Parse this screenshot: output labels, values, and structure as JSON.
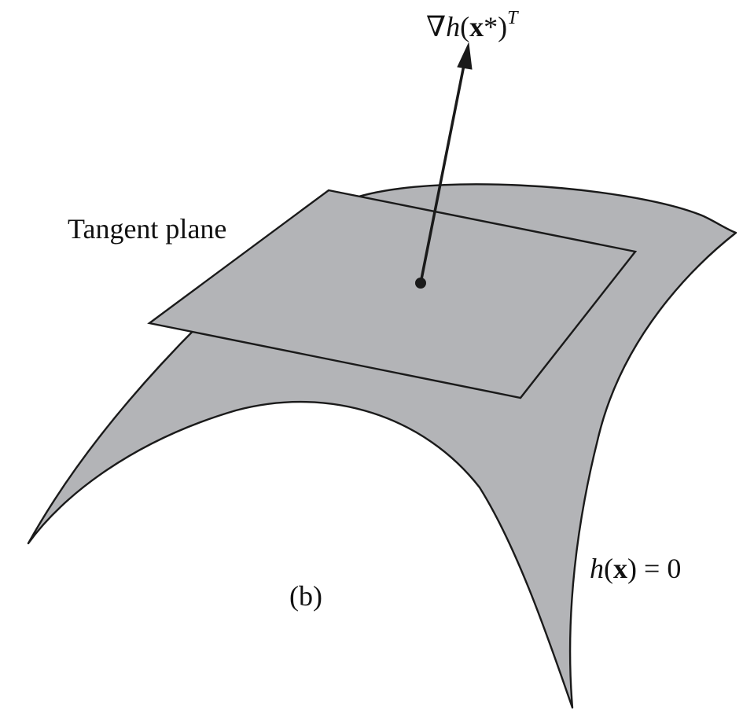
{
  "figure": {
    "gradient_label": {
      "nabla": "∇",
      "h": "h",
      "open_paren": "(",
      "x": "x",
      "star": "*",
      "close_paren": ")",
      "superscript": "T"
    },
    "tangent_plane_label": "Tangent plane",
    "constraint_label": {
      "h": "h",
      "open_paren": "(",
      "x": "x",
      "close_paren": ")",
      "equals": " = ",
      "zero": "0"
    },
    "panel_label": "(b)"
  },
  "colors": {
    "surface_fill": "#b3b4b7",
    "plane_fill": "#b3b4b7",
    "outline": "#1a1a1a",
    "text": "#111111"
  }
}
